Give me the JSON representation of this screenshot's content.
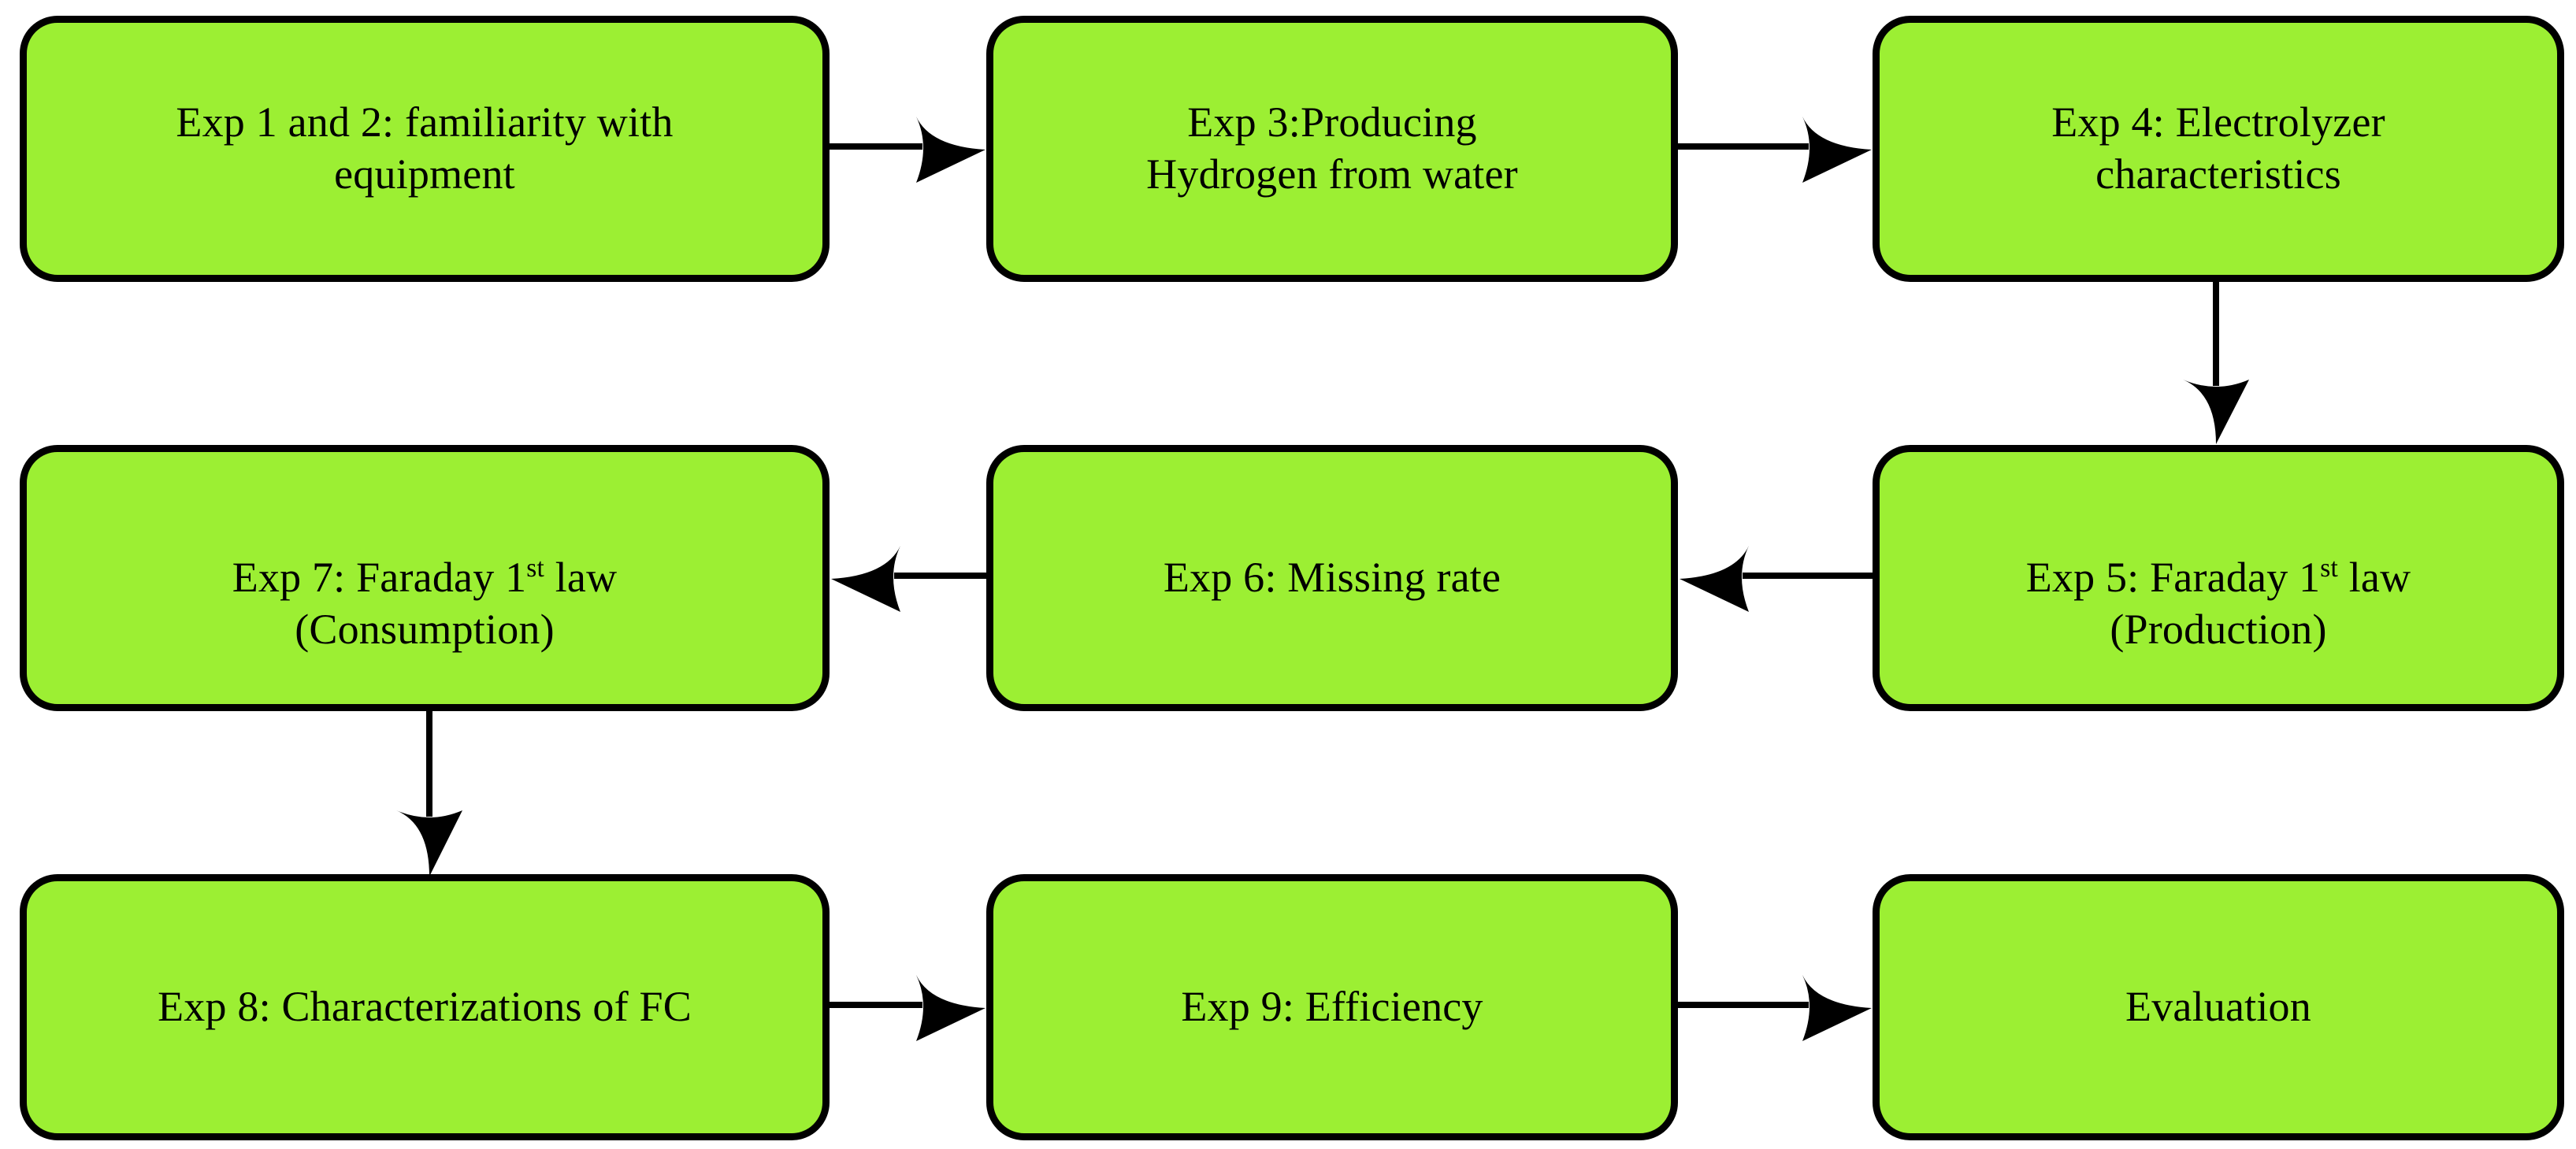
{
  "diagram": {
    "title": "Experiment sequence flowchart",
    "background_color": "#ffffff",
    "node_fill_color": "#9cef33",
    "node_border_color": "#000000",
    "edge_color": "#000000",
    "nodes": [
      {
        "id": "exp1_2",
        "label": "Exp 1 and 2: familiarity with\nequipment"
      },
      {
        "id": "exp3",
        "label": "Exp 3:Producing\nHydrogen from water"
      },
      {
        "id": "exp4",
        "label": "Exp 4: Electrolyzer\ncharacteristics"
      },
      {
        "id": "exp7",
        "label_pre": "Exp 7: Faraday 1",
        "label_sup": "st",
        "label_post": " law\n(Consumption)"
      },
      {
        "id": "exp6",
        "label": "Exp 6: Missing rate"
      },
      {
        "id": "exp5",
        "label_pre": "Exp 5: Faraday 1",
        "label_sup": "st",
        "label_post": " law\n(Production)"
      },
      {
        "id": "exp8",
        "label": "Exp 8: Characterizations of FC"
      },
      {
        "id": "exp9",
        "label": "Exp 9: Efficiency"
      },
      {
        "id": "evaluation",
        "label": "Evaluation"
      }
    ],
    "edges": [
      {
        "id": "e1",
        "from": "exp1_2",
        "to": "exp3",
        "direction": "right"
      },
      {
        "id": "e2",
        "from": "exp3",
        "to": "exp4",
        "direction": "right"
      },
      {
        "id": "e3",
        "from": "exp4",
        "to": "exp5",
        "direction": "down"
      },
      {
        "id": "e4",
        "from": "exp5",
        "to": "exp6",
        "direction": "left"
      },
      {
        "id": "e5",
        "from": "exp6",
        "to": "exp7",
        "direction": "left"
      },
      {
        "id": "e6",
        "from": "exp7",
        "to": "exp8",
        "direction": "down"
      },
      {
        "id": "e7",
        "from": "exp8",
        "to": "exp9",
        "direction": "right"
      },
      {
        "id": "e8",
        "from": "exp9",
        "to": "evaluation",
        "direction": "right"
      }
    ]
  }
}
